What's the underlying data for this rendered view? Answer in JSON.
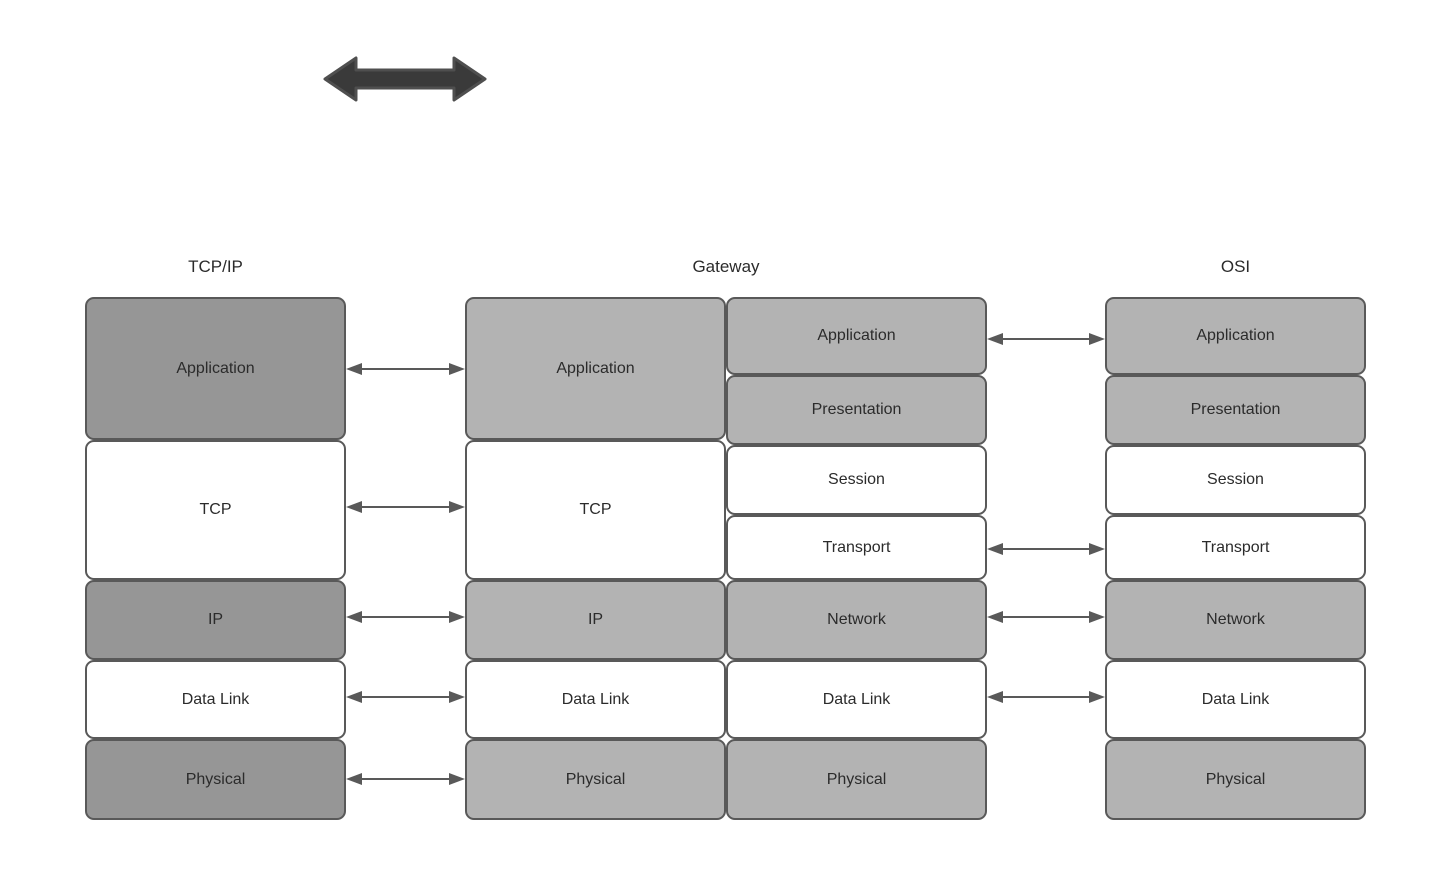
{
  "diagram": {
    "title_decoration": "double-headed-arrow",
    "colors": {
      "fill_dark_gray": "#969696",
      "fill_light_gray": "#b3b3b3",
      "fill_white": "#ffffff",
      "stroke": "#595959",
      "text": "#2b2b2b",
      "big_arrow": "#3a3a3a"
    }
  },
  "columns": {
    "tcpip": {
      "header": "TCP/IP",
      "layers": [
        {
          "label": "Application",
          "fill": "dark"
        },
        {
          "label": "TCP",
          "fill": "white"
        },
        {
          "label": "IP",
          "fill": "dark"
        },
        {
          "label": "Data Link",
          "fill": "white"
        },
        {
          "label": "Physical",
          "fill": "dark"
        }
      ]
    },
    "gateway": {
      "header": "Gateway",
      "left_layers": [
        {
          "label": "Application",
          "fill": "light"
        },
        {
          "label": "TCP",
          "fill": "white"
        },
        {
          "label": "IP",
          "fill": "light"
        },
        {
          "label": "Data Link",
          "fill": "white"
        },
        {
          "label": "Physical",
          "fill": "light"
        }
      ],
      "right_layers": [
        {
          "label": "Application",
          "fill": "light"
        },
        {
          "label": "Presentation",
          "fill": "light"
        },
        {
          "label": "Session",
          "fill": "white"
        },
        {
          "label": "Transport",
          "fill": "white"
        },
        {
          "label": "Network",
          "fill": "light"
        },
        {
          "label": "Data Link",
          "fill": "white"
        },
        {
          "label": "Physical",
          "fill": "light"
        }
      ]
    },
    "osi": {
      "header": "OSI",
      "layers": [
        {
          "label": "Application",
          "fill": "light"
        },
        {
          "label": "Presentation",
          "fill": "light"
        },
        {
          "label": "Session",
          "fill": "white"
        },
        {
          "label": "Transport",
          "fill": "white"
        },
        {
          "label": "Network",
          "fill": "light"
        },
        {
          "label": "Data Link",
          "fill": "white"
        },
        {
          "label": "Physical",
          "fill": "light"
        }
      ]
    }
  },
  "connectors": {
    "left_group": [
      {
        "from": "Application",
        "to": "Application"
      },
      {
        "from": "TCP",
        "to": "TCP"
      },
      {
        "from": "IP",
        "to": "IP"
      },
      {
        "from": "Data Link",
        "to": "Data Link"
      },
      {
        "from": "Physical",
        "to": "Physical"
      }
    ],
    "right_group": [
      {
        "from": "Application",
        "to": "Application"
      },
      {
        "from": "Transport",
        "to": "Transport"
      },
      {
        "from": "Network",
        "to": "Network"
      },
      {
        "from": "Data Link",
        "to": "Data Link"
      }
    ]
  }
}
